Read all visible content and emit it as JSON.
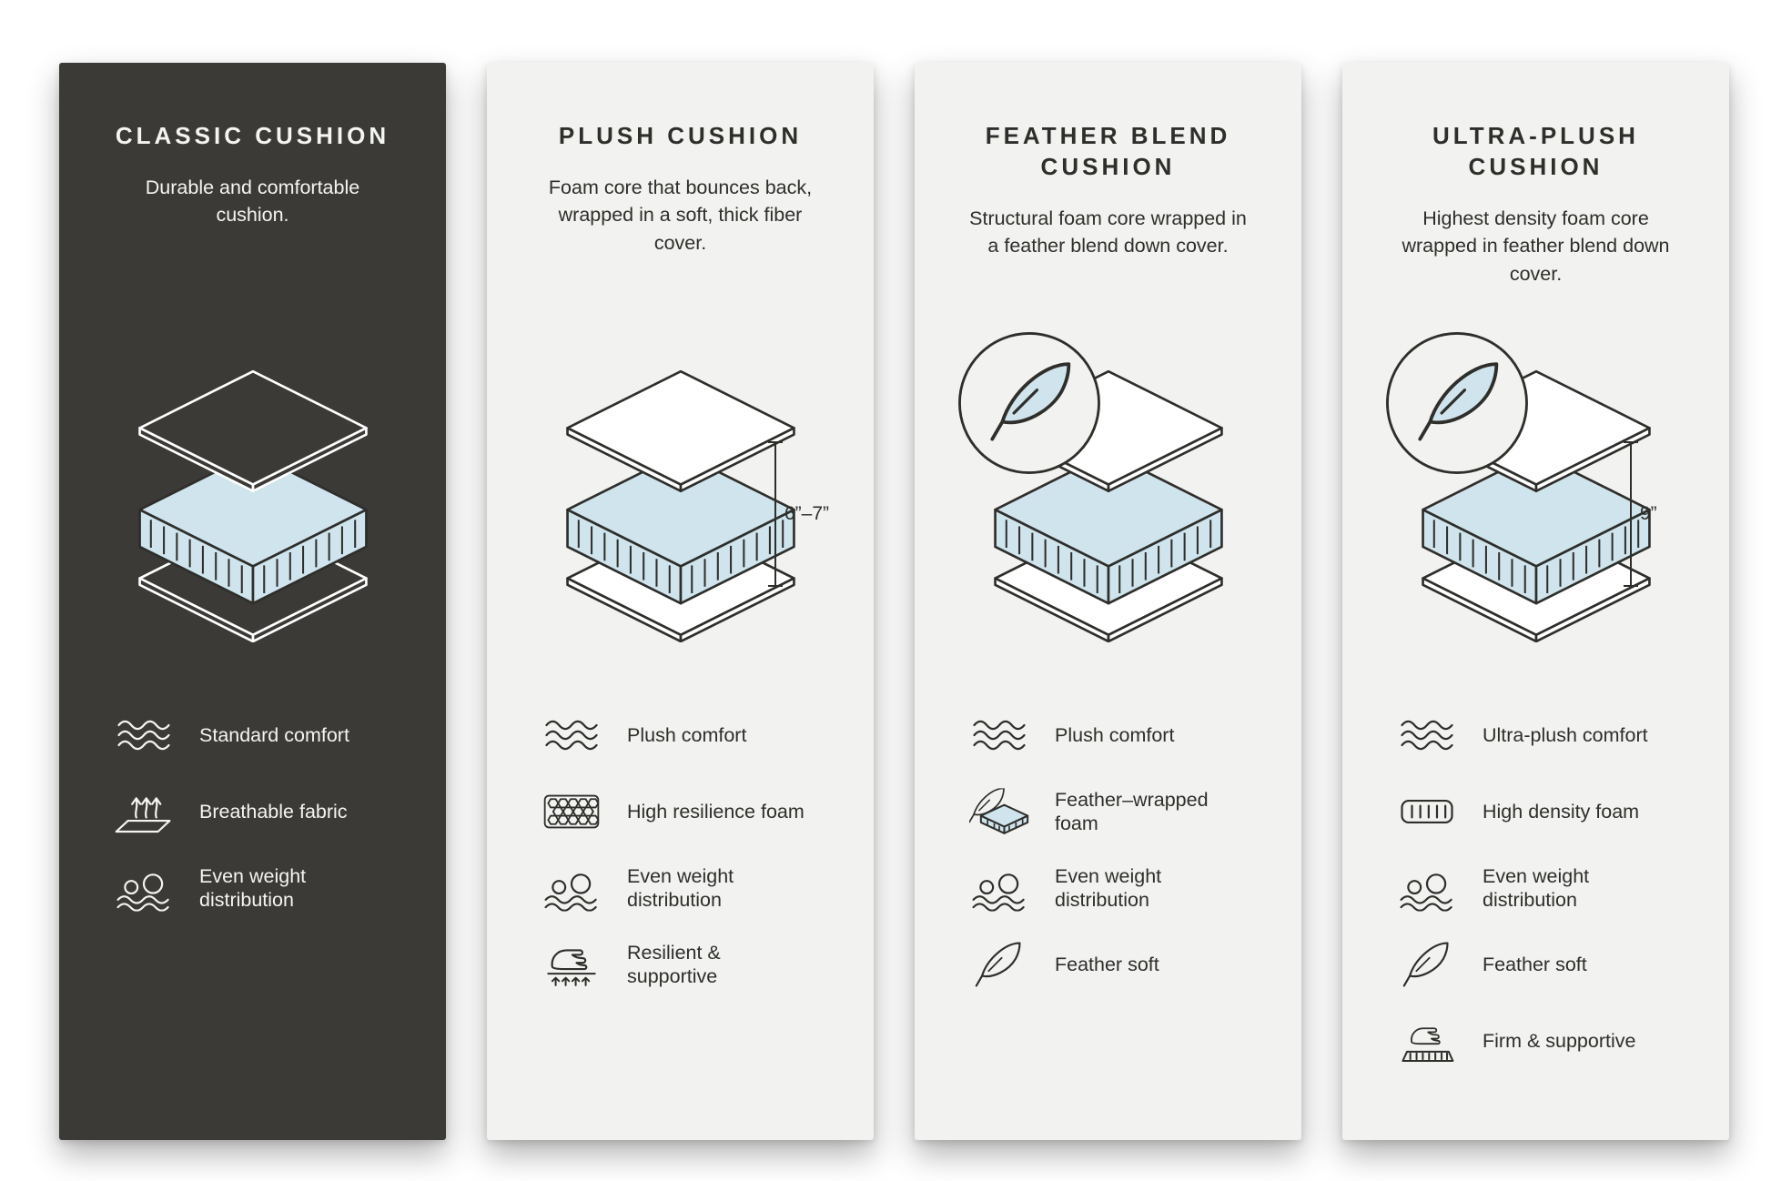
{
  "colors": {
    "dark_panel": "#3b3a37",
    "light_panel": "#f2f2f0",
    "foam_blue": "#cfe4ec",
    "ink": "#2e2e2b"
  },
  "panels": [
    {
      "title": "CLASSIC CUSHION",
      "description": "Durable and comfortable cushion.",
      "features": [
        {
          "icon": "waves-icon",
          "label": "Standard comfort"
        },
        {
          "icon": "breathable-icon",
          "label": "Breathable fabric"
        },
        {
          "icon": "even-weight-icon",
          "label": "Even weight distribution"
        }
      ]
    },
    {
      "title": "PLUSH CUSHION",
      "description": "Foam core that bounces back, wrapped in a soft, thick fiber cover.",
      "height_label": "6”–7”",
      "features": [
        {
          "icon": "waves-icon",
          "label": "Plush comfort"
        },
        {
          "icon": "honeycomb-foam-icon",
          "label": "High resilience foam"
        },
        {
          "icon": "even-weight-icon",
          "label": "Even weight distribution"
        },
        {
          "icon": "resilient-hand-icon",
          "label": "Resilient & supportive"
        }
      ]
    },
    {
      "title": "FEATHER BLEND CUSHION",
      "description": "Structural foam core wrapped in a feather blend down cover.",
      "features": [
        {
          "icon": "waves-icon",
          "label": "Plush comfort"
        },
        {
          "icon": "feather-wrapped-foam-icon",
          "label": "Feather–wrapped foam"
        },
        {
          "icon": "even-weight-icon",
          "label": "Even weight distribution"
        },
        {
          "icon": "feather-icon",
          "label": "Feather soft"
        }
      ]
    },
    {
      "title": "ULTRA-PLUSH CUSHION",
      "description": "Highest density foam core wrapped in feather blend down cover.",
      "height_label": "9”",
      "features": [
        {
          "icon": "waves-icon",
          "label": "Ultra-plush comfort"
        },
        {
          "icon": "density-foam-icon",
          "label": "High density foam"
        },
        {
          "icon": "even-weight-icon",
          "label": "Even weight distribution"
        },
        {
          "icon": "feather-icon",
          "label": "Feather soft"
        },
        {
          "icon": "firm-support-icon",
          "label": "Firm & supportive"
        }
      ]
    }
  ]
}
